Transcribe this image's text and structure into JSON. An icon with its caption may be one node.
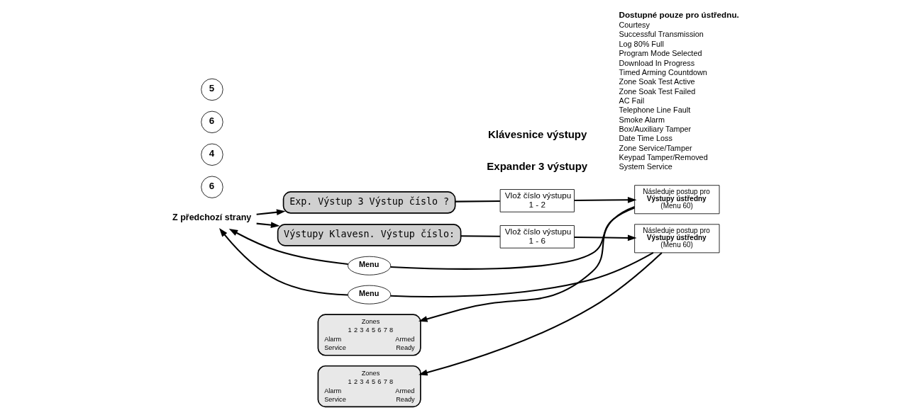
{
  "diagram": {
    "nodes": [
      {
        "text": [
          "Z předchozí strany"
        ]
      },
      {
        "text": [
          "6"
        ]
      },
      {
        "text": [
          "4"
        ]
      },
      {
        "text": [
          "Exp. Výstup 3 Výstup číslo ?"
        ]
      },
      {
        "text": [
          "Zones",
          "1",
          "2",
          "3",
          "4",
          "5",
          "6",
          "7",
          "8",
          "Alarm",
          "Armed",
          "Service",
          "Ready"
        ]
      },
      {
        "text": [
          "Vlož číslo výstupu",
          "1 - 2"
        ]
      },
      {
        "text": [
          "Následuje postup pro",
          "Výstupy ústředny",
          "(Menu 60)"
        ]
      },
      {
        "text": [
          "Menu"
        ]
      },
      {
        "text": [
          "6"
        ]
      },
      {
        "text": [
          "5"
        ]
      },
      {
        "text": [
          "Výstupy Klavesn. Výstup číslo:"
        ]
      },
      {
        "text": [
          "Zones",
          "1",
          "2",
          "3",
          "4",
          "5",
          "6",
          "7",
          "8",
          "Alarm",
          "Armed",
          "Service",
          "Ready"
        ]
      },
      {
        "text": [
          "Vlož číslo výstupu",
          "1 - 6"
        ]
      },
      {
        "text": [
          "Následuje postup pro",
          "Výstupy ústředny",
          "(Menu 60)"
        ]
      },
      {
        "text": [
          "Menu"
        ]
      }
    ],
    "edges": [
      {
        "from": 0,
        "to": 3,
        "arrow": "to"
      },
      {
        "from": 3,
        "to": 5,
        "arrow": "none"
      },
      {
        "from": 5,
        "to": 6,
        "arrow": "to"
      },
      {
        "from": 6,
        "to": 4,
        "arrow": "to"
      },
      {
        "from": 6,
        "to": 7,
        "arrow": "none"
      },
      {
        "from": 7,
        "to": 0,
        "arrow": "to"
      },
      {
        "from": 0,
        "to": 10,
        "arrow": "to"
      },
      {
        "from": 10,
        "to": 12,
        "arrow": "none"
      },
      {
        "from": 12,
        "to": 13,
        "arrow": "to"
      },
      {
        "from": 13,
        "to": 11,
        "arrow": "to"
      },
      {
        "from": 13,
        "to": 14,
        "arrow": "none"
      },
      {
        "from": 14,
        "to": 0,
        "arrow": "to"
      }
    ],
    "labels": [
      "Expander 3 výstupy",
      "Klávesnice výstupy",
      "Dostupné pouze pro ústřednu.",
      "Courtesy",
      "Successful Transmission",
      "Log 80% Full",
      "Program Mode Selected",
      "Download In Progress",
      "Timed Arming Countdown",
      "Zone Soak Test Active",
      "Zone Soak Test Failed",
      "AC Fail",
      "Telephone Line Fault",
      "Smoke Alarm",
      "Box/Auxiliary Tamper",
      "Date Time Loss",
      "Zone Service/Tamper",
      "Keypad Tamper/Removed",
      "System Service"
    ]
  }
}
